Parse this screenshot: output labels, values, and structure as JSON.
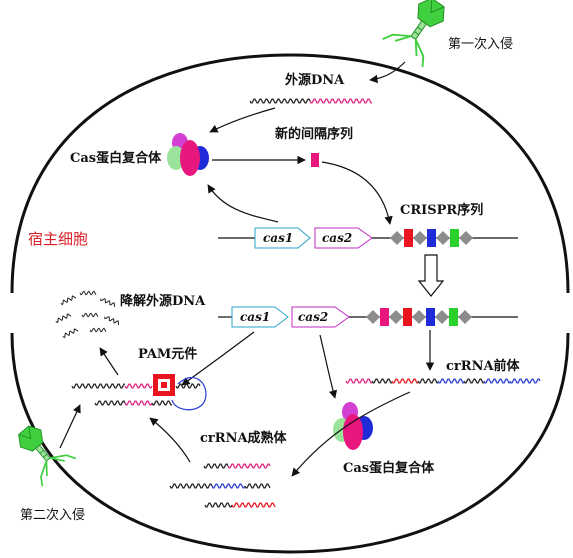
{
  "labels": {
    "first_invasion": "第一次入侵",
    "foreign_dna": "外源DNA",
    "new_spacer": "新的间隔序列",
    "cas_complex_top": "Cas蛋白复合体",
    "crispr_seq": "CRISPR序列",
    "host_cell": "宿主细胞",
    "degrade": "降解外源DNA",
    "pam": "PAM元件",
    "pre_crrna": "crRNA前体",
    "mature_crrna": "crRNA成熟体",
    "cas_complex_bottom": "Cas蛋白复合体",
    "second_invasion": "第二次入侵"
  },
  "genes": {
    "cas1_top": "cas1",
    "cas2_top": "cas2",
    "cas1_mid": "cas1",
    "cas2_mid": "cas2"
  },
  "colors": {
    "dna_black": "#222222",
    "dna_pink": "#e0217e",
    "dna_blue": "#2a3bd6",
    "host_label": "#d8232a",
    "phage": "#3fcf3f",
    "spacer_red": "#e8141e",
    "spacer_blue": "#1f2bd8",
    "spacer_green": "#2ad12a",
    "spacer_pink": "#e8177d",
    "repeat_gray": "#8c8c8c",
    "cas1_outline": "#2aa3c9",
    "cas2_outline": "#c22bc2",
    "protein_pink": "#e8177d",
    "protein_green": "#9be39b",
    "protein_blue": "#1f2bd8",
    "protein_magenta": "#d23fd2"
  },
  "icons": [
    "bacteriophage-icon",
    "cas-protein-complex-icon",
    "pam-element-icon"
  ]
}
